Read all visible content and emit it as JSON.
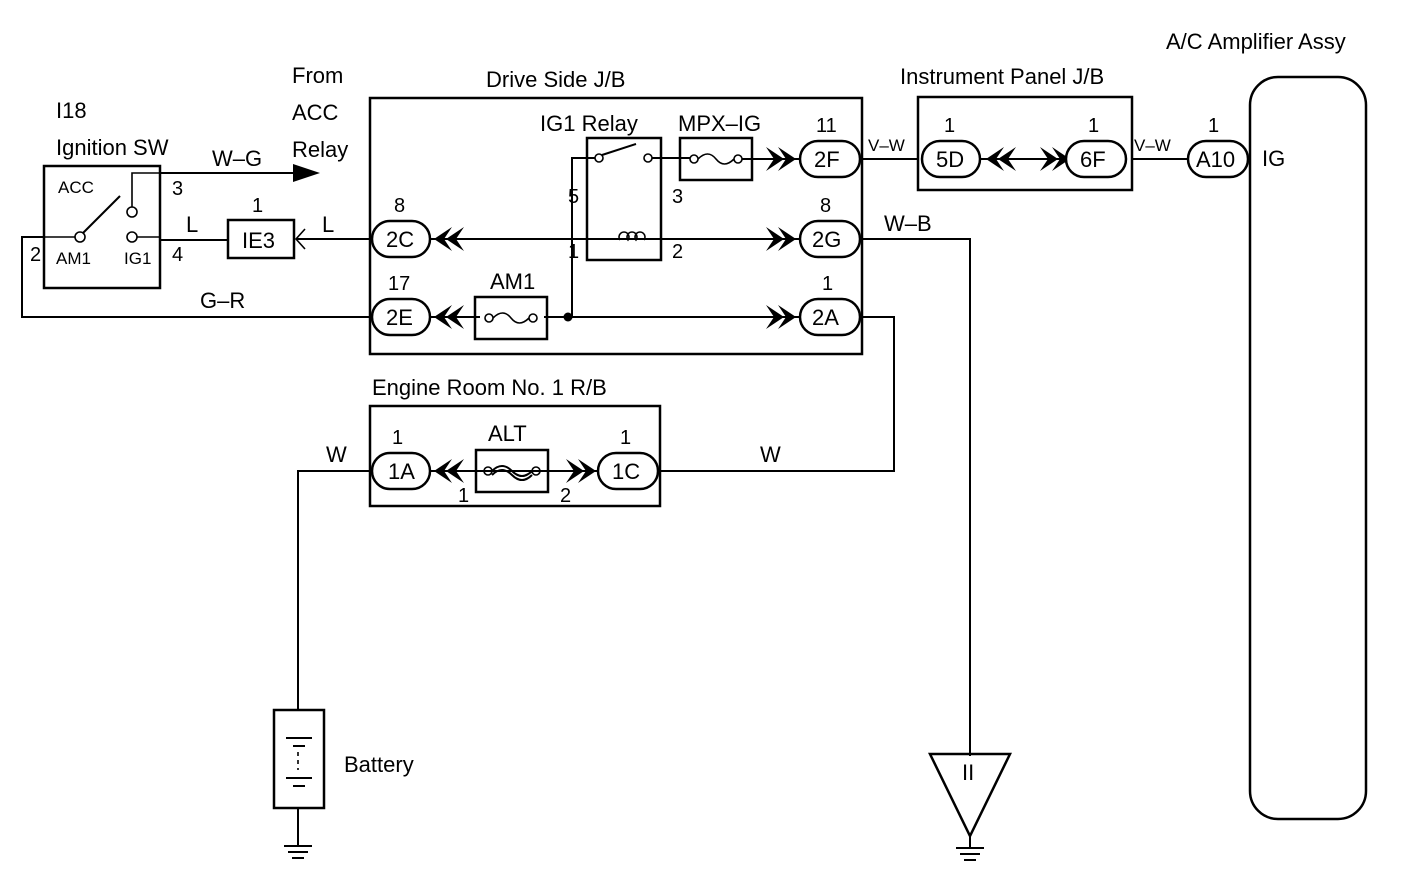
{
  "components": {
    "ignition_sw_code": "I18",
    "ignition_sw_name": "Ignition SW",
    "ignition_terminals": {
      "acc": "ACC",
      "am1": "AM1",
      "ig1": "IG1"
    },
    "from_acc_relay": [
      "From",
      "ACC",
      "Relay"
    ],
    "drive_side_jb": "Drive Side J/B",
    "ig1_relay": "IG1 Relay",
    "mpx_ig": "MPX–IG",
    "am1_fuse": "AM1",
    "instrument_panel_jb": "Instrument Panel J/B",
    "ac_amplifier": "A/C Amplifier Assy",
    "ac_amp_pin_label": "IG",
    "engine_room_rb": "Engine Room No. 1 R/B",
    "alt_fuse": "ALT",
    "battery": "Battery"
  },
  "wire_colors": {
    "w_g": "W–G",
    "l_1": "L",
    "l_2": "L",
    "g_r": "G–R",
    "v_w_1": "V–W",
    "v_w_2": "V–W",
    "w_b": "W–B",
    "w_1": "W",
    "w_2": "W"
  },
  "connectors": {
    "c2C": "2C",
    "c2E": "2E",
    "c2F": "2F",
    "c2G": "2G",
    "c2A": "2A",
    "c5D": "5D",
    "c6F": "6F",
    "cA10": "A10",
    "c1A": "1A",
    "c1C": "1C",
    "cIE3": "IE3"
  },
  "pins": {
    "sw_3": "3",
    "sw_4": "4",
    "sw_2": "2",
    "ie3": "1",
    "c2C": "8",
    "c2E": "17",
    "c2F": "11",
    "c2G": "8",
    "c2A": "1",
    "relay_5": "5",
    "relay_1": "1",
    "relay_3": "3",
    "relay_2": "2",
    "c5D": "1",
    "c6F": "1",
    "cA10": "1",
    "c1A": "1",
    "c1C": "1",
    "alt_1": "1",
    "alt_2": "2"
  },
  "ground_symbol_label": "II"
}
